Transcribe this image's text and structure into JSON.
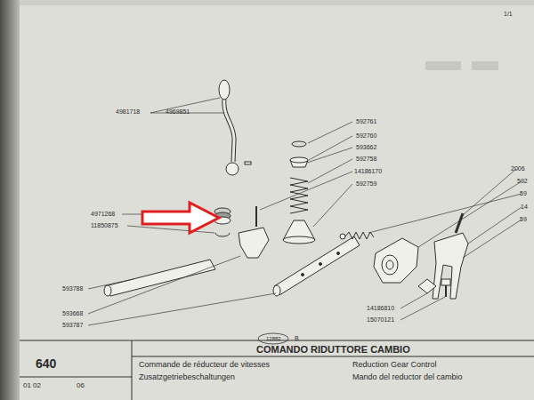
{
  "diagram": {
    "title": "COMANDO RIDUTTORE CAMBIO",
    "labels": [
      "4981718",
      "4969851",
      "592761",
      "592760",
      "593662",
      "592758",
      "14186170",
      "592759",
      "4971268",
      "11850875",
      "593788",
      "593668",
      "593787",
      "2006",
      "592",
      "59",
      "14",
      "59",
      "14186810",
      "15070121",
      "12882",
      "B",
      "1/1",
      "640",
      "01 02",
      "06",
      "Commande de réducteur de vitesses",
      "Reduction Gear Control",
      "Zusatzgetriebeschaltungen",
      "Mando del reductor del cambio"
    ]
  }
}
